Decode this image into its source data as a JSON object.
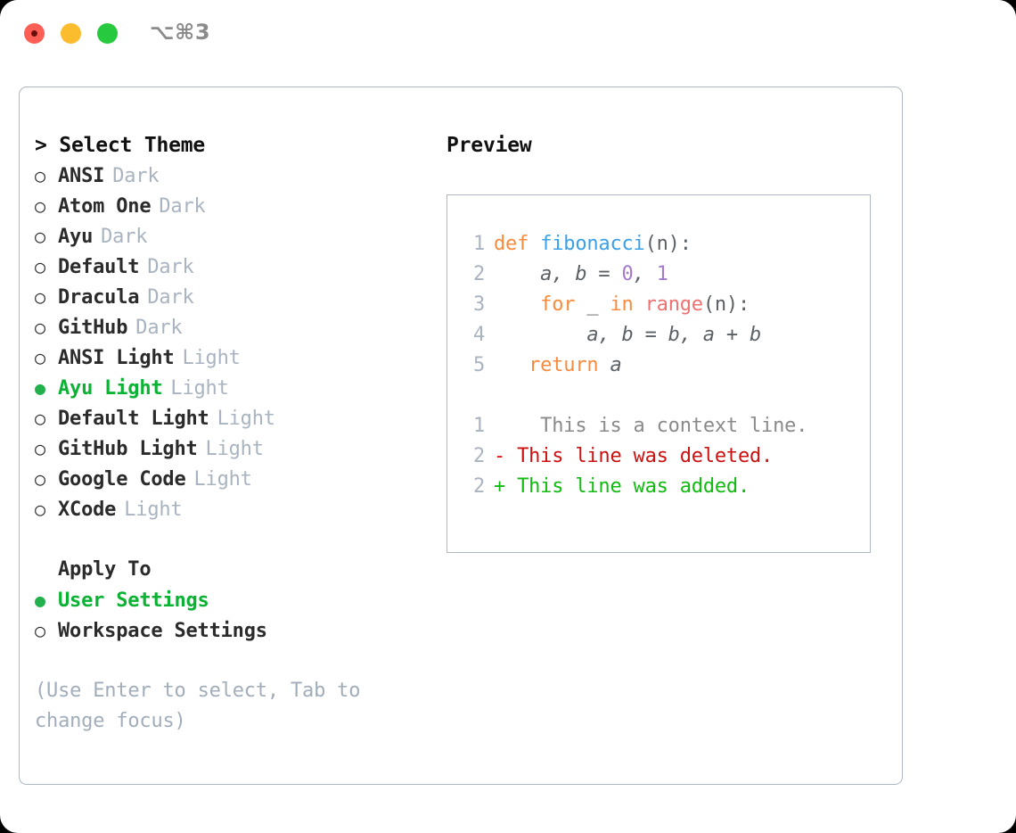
{
  "window": {
    "title": "⌥⌘3",
    "traffic_lights": [
      "close-red",
      "minimize-yellow",
      "maximize-green"
    ]
  },
  "colors": {
    "accent_green": "#0bb233",
    "muted": "#a9b4c0",
    "border": "#aeb9c4",
    "keyword": "#f98b3e",
    "function": "#3aa0e8",
    "number": "#a37acc",
    "call": "#f07171",
    "diff_add": "#11bb11",
    "diff_del": "#cc1111",
    "diff_context": "#8a8a8a"
  },
  "theme_section": {
    "header": "> Select Theme",
    "options": [
      {
        "bullet": "○",
        "label": "ANSI",
        "suffix": "Dark",
        "selected": false
      },
      {
        "bullet": "○",
        "label": "Atom One",
        "suffix": "Dark",
        "selected": false
      },
      {
        "bullet": "○",
        "label": "Ayu",
        "suffix": "Dark",
        "selected": false
      },
      {
        "bullet": "○",
        "label": "Default",
        "suffix": "Dark",
        "selected": false
      },
      {
        "bullet": "○",
        "label": "Dracula",
        "suffix": "Dark",
        "selected": false
      },
      {
        "bullet": "○",
        "label": "GitHub",
        "suffix": "Dark",
        "selected": false
      },
      {
        "bullet": "○",
        "label": "ANSI Light",
        "suffix": "Light",
        "selected": false
      },
      {
        "bullet": "●",
        "label": "Ayu Light",
        "suffix": "Light",
        "selected": true
      },
      {
        "bullet": "○",
        "label": "Default Light",
        "suffix": "Light",
        "selected": false
      },
      {
        "bullet": "○",
        "label": "GitHub Light",
        "suffix": "Light",
        "selected": false
      },
      {
        "bullet": "○",
        "label": "Google Code",
        "suffix": "Light",
        "selected": false
      },
      {
        "bullet": "○",
        "label": "XCode",
        "suffix": "Light",
        "selected": false
      }
    ]
  },
  "apply_section": {
    "header": "Apply To",
    "options": [
      {
        "bullet": "●",
        "label": "User Settings",
        "selected": true
      },
      {
        "bullet": "○",
        "label": "Workspace Settings",
        "selected": false
      }
    ]
  },
  "hint": "(Use Enter to select, Tab to change focus)",
  "preview": {
    "title": "Preview",
    "code_lines": [
      {
        "lineno": "1",
        "tokens": [
          {
            "text": "def ",
            "type": "kw"
          },
          {
            "text": "fibonacci",
            "type": "fn"
          },
          {
            "text": "(n):",
            "type": "punct"
          }
        ]
      },
      {
        "lineno": "2",
        "tokens": [
          {
            "text": "    a, b = ",
            "type": "plain"
          },
          {
            "text": "0",
            "type": "num"
          },
          {
            "text": ", ",
            "type": "plain"
          },
          {
            "text": "1",
            "type": "num"
          }
        ]
      },
      {
        "lineno": "3",
        "tokens": [
          {
            "text": "    for ",
            "type": "kw"
          },
          {
            "text": "_ ",
            "type": "plain"
          },
          {
            "text": "in ",
            "type": "kw"
          },
          {
            "text": "range",
            "type": "call"
          },
          {
            "text": "(n):",
            "type": "punct"
          }
        ]
      },
      {
        "lineno": "4",
        "tokens": [
          {
            "text": "        a, b = b, a + b",
            "type": "plain"
          }
        ]
      },
      {
        "lineno": "5",
        "tokens": [
          {
            "text": "   return ",
            "type": "kw"
          },
          {
            "text": "a",
            "type": "plain"
          }
        ]
      }
    ],
    "diff_lines": [
      {
        "lineno": "1",
        "marker": "  ",
        "text": "  This is a context line.",
        "kind": "context"
      },
      {
        "lineno": "2",
        "marker": "- ",
        "text": "This line was deleted.",
        "kind": "deleted"
      },
      {
        "lineno": "2",
        "marker": "+ ",
        "text": "This line was added.",
        "kind": "added"
      }
    ]
  }
}
